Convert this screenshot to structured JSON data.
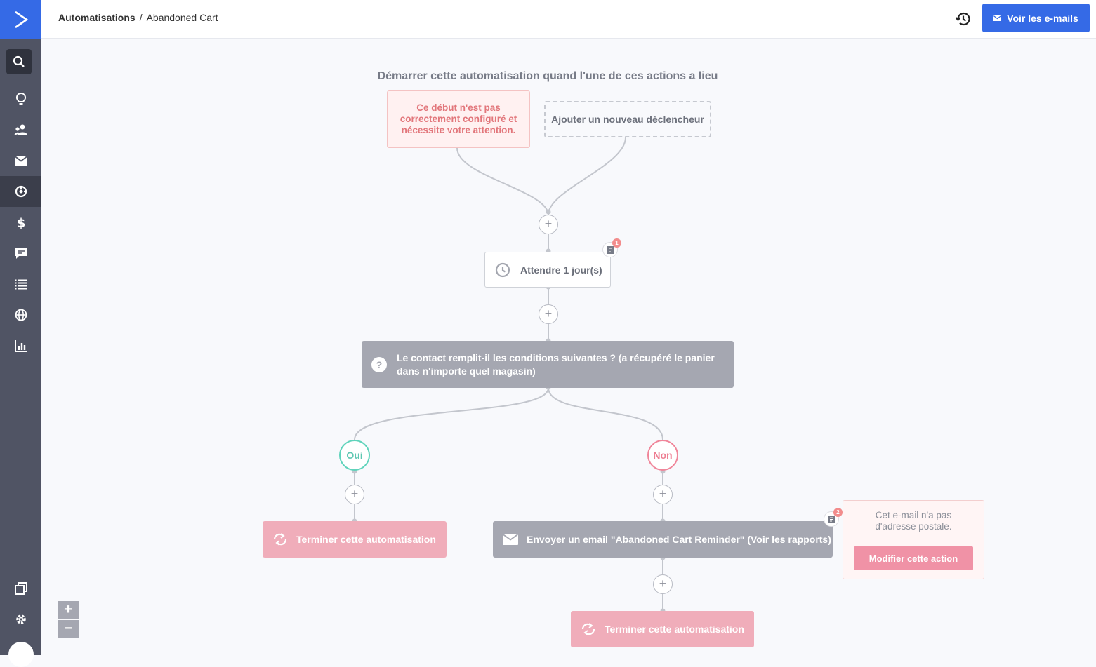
{
  "header": {
    "breadcrumb_root": "Automatisations",
    "breadcrumb_sep": "/",
    "breadcrumb_current": "Abandoned Cart",
    "view_emails_label": "Voir les e-mails"
  },
  "sidebar": {
    "items": [
      "search-icon",
      "lightbulb-icon",
      "contacts-icon",
      "email-icon",
      "automations-icon",
      "deals-icon",
      "conversations-icon",
      "lists-icon",
      "site-icon",
      "reports-icon",
      "pages-icon",
      "settings-icon"
    ]
  },
  "flow": {
    "start_title": "Démarrer cette automatisation quand l'une de ces actions a lieu",
    "trigger_warning": "Ce début n'est pas correctement configuré et nécessite votre attention.",
    "add_trigger": "Ajouter un nouveau déclencheur",
    "wait_label": "Attendre 1 jour(s)",
    "wait_note_count": "1",
    "condition_label": "Le contact remplit-il les conditions suivantes ? (a récupéré le panier dans n'importe quel magasin)",
    "yes_label": "Oui",
    "no_label": "Non",
    "end_label_yes": "Terminer cette automatisation",
    "email_label": "Envoyer un email \"Abandoned Cart Reminder\" (Voir les rapports)",
    "email_note_count": "2",
    "end_label_no": "Terminer cette automatisation",
    "plus_symbol": "+"
  },
  "popover": {
    "message": "Cet e-mail n'a pas d'adresse postale.",
    "fix_button": "Modifier cette action"
  },
  "zoom": {
    "in": "+",
    "out": "−"
  },
  "colors": {
    "brand": "#356ae6",
    "sidebar": "#505464",
    "yes": "#5fd3bb",
    "no": "#f0869a",
    "end": "#f0adba",
    "condition": "#a5a7b1"
  }
}
